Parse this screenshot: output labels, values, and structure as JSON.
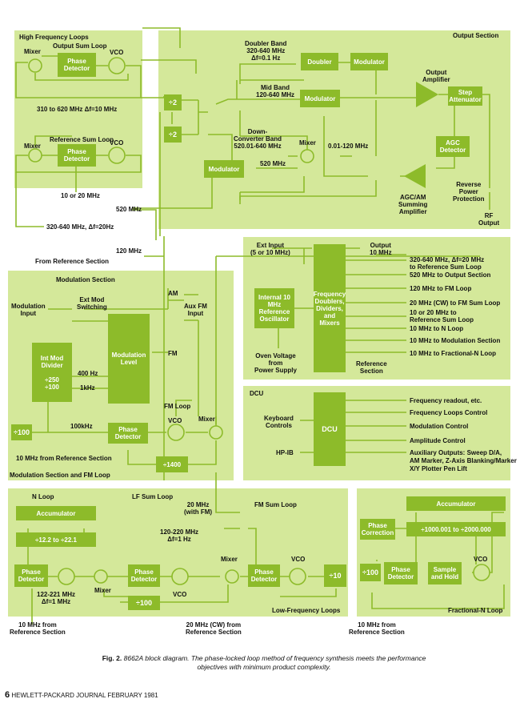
{
  "panels": {
    "hf_loops": "High Frequency Loops",
    "output_section": "Output Section",
    "modulation_section": "Modulation Section",
    "reference_section": "Reference Section",
    "dcu": "DCU",
    "n_loop": "N Loop",
    "lf_sum_loop": "LF Sum Loop",
    "fm_sum_loop": "FM Sum Loop",
    "low_frequency_loops": "Low-Frequency Loops",
    "fractional_n_loop": "Fractional-N Loop",
    "mod_fm_footer": "Modulation Section and FM Loop",
    "from_reference": "From Reference Section"
  },
  "blocks": {
    "phase_detector": "Phase Detector",
    "div2": "÷2",
    "doubler": "Doubler",
    "modulator": "Modulator",
    "step_attenuator": "Step Attenuator",
    "agc_detector": "AGC Detector",
    "modulation_level": "Modulation Level",
    "int_mod_divider": "Int Mod Divider",
    "div250": "÷250",
    "div100": "÷100",
    "div1400": "÷1400",
    "int_ref_osc": "Internal 10 MHz Reference Oscillator",
    "freq_doublers": "Frequency Doublers, Dividers, and Mixers",
    "dcu": "DCU",
    "accumulator": "Accumulator",
    "div12_22": "÷12.2  to  ÷22.1",
    "div10": "÷10",
    "phase_correction": "Phase Correction",
    "div1000": "÷1000.001  to  ÷2000.000",
    "sample_hold": "Sample and Hold"
  },
  "labels": {
    "mixer": "Mixer",
    "vco": "VCO",
    "output_sum_loop": "Output Sum Loop",
    "reference_sum_loop": "Reference Sum Loop",
    "f310_620": "310 to 620 MHz  Δf=10 MHz",
    "f10_20": "10 or 20 MHz",
    "f320_640_20": "320-640 MHz, Δf=20Hz",
    "f520": "520 MHz",
    "f520_b": "520 MHz",
    "f120": "120 MHz",
    "doubler_band": "Doubler Band",
    "doubler_band_f": "320-640 MHz",
    "doubler_band_df": "Δf=0.1 Hz",
    "mid_band": "Mid Band",
    "mid_band_f": "120-640 MHz",
    "down_conv": "Down-",
    "down_conv2": "Converter Band",
    "down_conv_f": "520.01-640 MHz",
    "f0_01_120": "0.01-120 MHz",
    "output_amp": "Output",
    "output_amp2": "Amplifier",
    "reverse_power": "Reverse",
    "reverse_power2": "Power",
    "reverse_power3": "Protection",
    "agc_am": "AGC/AM",
    "agc_am2": "Summing",
    "agc_am3": "Amplifier",
    "rf_output": "RF",
    "rf_output2": "Output",
    "mod_input": "Modulation",
    "mod_input2": "Input",
    "ext_mod": "Ext Mod",
    "ext_mod2": "Switching",
    "am": "AM",
    "aux_fm": "Aux FM",
    "aux_fm2": "Input",
    "fm": "FM",
    "f400hz": "400 Hz",
    "f1khz": "1kHz",
    "f100khz": "100kHz",
    "fm_loop": "FM Loop",
    "f10_from_ref": "10 MHz from Reference Section",
    "ext_input": "Ext Input",
    "ext_input2": "(5 or 10 MHz)",
    "output_10": "Output",
    "output_10b": "10 MHz",
    "oven": "Oven Voltage",
    "oven2": "from",
    "oven3": "Power Supply",
    "ref_section_a": "Reference",
    "ref_section_b": "Section",
    "keyboard": "Keyboard",
    "keyboard2": "Controls",
    "hpib": "HP-IB",
    "f20_with_fm": "20 MHz",
    "f20_with_fm2": "(with FM)",
    "f120_220": "120-220 MHz",
    "f120_220_df": "Δf=1 Hz",
    "f122_221": "122-221 MHz",
    "f122_221_df": "Δf=1 MHz",
    "bot_n": "10 MHz from",
    "bot_n2": "Reference Section",
    "bot_lf": "20 MHz (CW) from",
    "bot_lf2": "Reference Section",
    "bot_frac": "10 MHz from",
    "bot_frac2": "Reference Section"
  },
  "ref_outputs": [
    "320-640 MHz, Δf=20 MHz",
    "to Reference Sum Loop",
    "520 MHz to Output Section",
    "120 MHz to FM Loop",
    "20 MHz (CW) to FM Sum Loop",
    "10 or 20 MHz to",
    "Reference Sum Loop",
    "10 MHz to N Loop",
    "10 MHz to Modulation Section",
    "10 MHz to Fractional-N Loop"
  ],
  "dcu_outputs": [
    "Frequency readout, etc.",
    "Frequency Loops Control",
    "Modulation Control",
    "Amplitude Control",
    "Auxiliary Outputs: Sweep D/A,",
    "AM Marker, Z-Axis Blanking/Marker",
    "X/Y Plotter Pen Lift"
  ],
  "caption": {
    "fig": "Fig. 2.",
    "text": "8662A block diagram. The phase-locked loop method of frequency synthesis meets the performance objectives with minimum product complexity."
  },
  "footer": {
    "page": "6",
    "journal": "HEWLETT-PACKARD JOURNAL FEBRUARY 1981"
  }
}
